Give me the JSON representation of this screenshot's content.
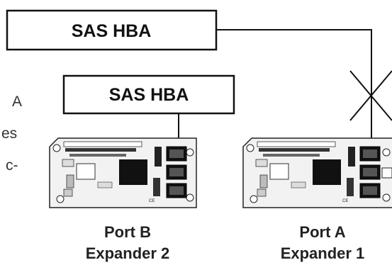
{
  "hba_top": {
    "label": "SAS HBA"
  },
  "hba_bottom": {
    "label": "SAS HBA"
  },
  "expander_left": {
    "port_label": "Port B",
    "name_label": "Expander 2",
    "silk_marking": "CE"
  },
  "expander_right": {
    "port_label": "Port A",
    "name_label": "Expander 1",
    "silk_marking": "CE"
  },
  "side_text_fragments": [
    "A",
    "es",
    "c-"
  ],
  "failure_marker": {
    "icon": "x-cross",
    "meaning": "broken link"
  }
}
